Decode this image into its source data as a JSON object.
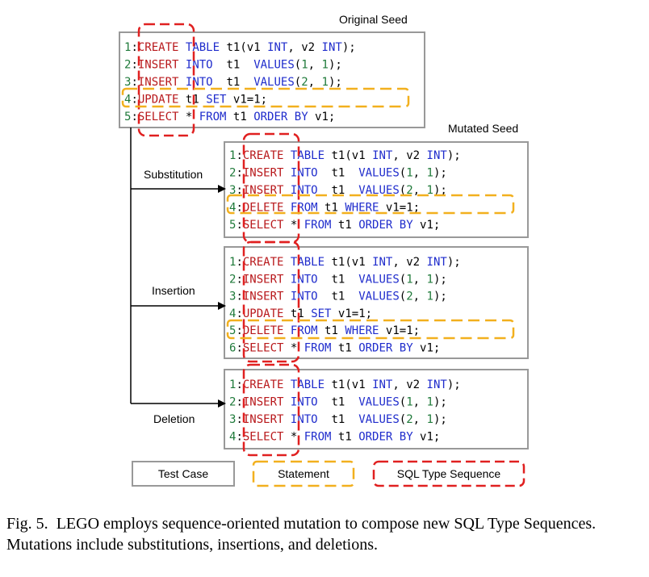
{
  "labels": {
    "original_seed": "Original Seed",
    "mutated_seed": "Mutated Seed",
    "substitution": "Substitution",
    "insertion": "Insertion",
    "deletion": "Deletion"
  },
  "legend": {
    "test_case": "Test Case",
    "statement": "Statement",
    "sql_type_sequence": "SQL Type Sequence"
  },
  "colors": {
    "box_border": "#999999",
    "sql_type_dash": "#e02020",
    "statement_dash": "#f2b01e",
    "line_number": "#1f7a3a",
    "sql_type": "#b8181b",
    "keyword": "#1f2ccc"
  },
  "blocks": [
    {
      "id": "original",
      "lines": [
        {
          "n": "1",
          "t": "CREATE",
          "rest": [
            [
              "k",
              "TABLE"
            ],
            [
              "p",
              " t1(v1 "
            ],
            [
              "k",
              "INT"
            ],
            [
              "p",
              ", v2 "
            ],
            [
              "k",
              "INT"
            ],
            [
              "p",
              ");"
            ]
          ]
        },
        {
          "n": "2",
          "t": "INSERT",
          "rest": [
            [
              "k",
              "INTO"
            ],
            [
              "p",
              "  t1  "
            ],
            [
              "k",
              "VALUES"
            ],
            [
              "p",
              "("
            ],
            [
              "n",
              "1"
            ],
            [
              "p",
              ", "
            ],
            [
              "n",
              "1"
            ],
            [
              "p",
              ");"
            ]
          ]
        },
        {
          "n": "3",
          "t": "INSERT",
          "rest": [
            [
              "k",
              "INTO"
            ],
            [
              "p",
              "  t1  "
            ],
            [
              "k",
              "VALUES"
            ],
            [
              "p",
              "("
            ],
            [
              "n",
              "2"
            ],
            [
              "p",
              ", "
            ],
            [
              "n",
              "1"
            ],
            [
              "p",
              ");"
            ]
          ]
        },
        {
          "n": "4",
          "t": "UPDATE",
          "rest": [
            [
              "p",
              "t1 "
            ],
            [
              "k",
              "SET"
            ],
            [
              "p",
              " v1=1;"
            ]
          ]
        },
        {
          "n": "5",
          "t": "SELECT",
          "rest": [
            [
              "p",
              "* "
            ],
            [
              "k",
              "FROM"
            ],
            [
              "p",
              " t1 "
            ],
            [
              "k",
              "ORDER BY"
            ],
            [
              "p",
              " v1;"
            ]
          ]
        }
      ]
    },
    {
      "id": "substitution",
      "lines": [
        {
          "n": "1",
          "t": "CREATE",
          "rest": [
            [
              "k",
              "TABLE"
            ],
            [
              "p",
              " t1(v1 "
            ],
            [
              "k",
              "INT"
            ],
            [
              "p",
              ", v2 "
            ],
            [
              "k",
              "INT"
            ],
            [
              "p",
              ");"
            ]
          ]
        },
        {
          "n": "2",
          "t": "INSERT",
          "rest": [
            [
              "k",
              "INTO"
            ],
            [
              "p",
              "  t1  "
            ],
            [
              "k",
              "VALUES"
            ],
            [
              "p",
              "("
            ],
            [
              "n",
              "1"
            ],
            [
              "p",
              ", "
            ],
            [
              "n",
              "1"
            ],
            [
              "p",
              ");"
            ]
          ]
        },
        {
          "n": "3",
          "t": "INSERT",
          "rest": [
            [
              "k",
              "INTO"
            ],
            [
              "p",
              "  t1  "
            ],
            [
              "k",
              "VALUES"
            ],
            [
              "p",
              "("
            ],
            [
              "n",
              "2"
            ],
            [
              "p",
              ", "
            ],
            [
              "n",
              "1"
            ],
            [
              "p",
              ");"
            ]
          ]
        },
        {
          "n": "4",
          "t": "DELETE",
          "rest": [
            [
              "k",
              "FROM"
            ],
            [
              "p",
              " t1 "
            ],
            [
              "k",
              "WHERE"
            ],
            [
              "p",
              " v1=1;"
            ]
          ]
        },
        {
          "n": "5",
          "t": "SELECT",
          "rest": [
            [
              "p",
              "* "
            ],
            [
              "k",
              "FROM"
            ],
            [
              "p",
              " t1 "
            ],
            [
              "k",
              "ORDER BY"
            ],
            [
              "p",
              " v1;"
            ]
          ]
        }
      ]
    },
    {
      "id": "insertion",
      "lines": [
        {
          "n": "1",
          "t": "CREATE",
          "rest": [
            [
              "k",
              "TABLE"
            ],
            [
              "p",
              " t1(v1 "
            ],
            [
              "k",
              "INT"
            ],
            [
              "p",
              ", v2 "
            ],
            [
              "k",
              "INT"
            ],
            [
              "p",
              ");"
            ]
          ]
        },
        {
          "n": "2",
          "t": "INSERT",
          "rest": [
            [
              "k",
              "INTO"
            ],
            [
              "p",
              "  t1  "
            ],
            [
              "k",
              "VALUES"
            ],
            [
              "p",
              "("
            ],
            [
              "n",
              "1"
            ],
            [
              "p",
              ", "
            ],
            [
              "n",
              "1"
            ],
            [
              "p",
              ");"
            ]
          ]
        },
        {
          "n": "3",
          "t": "INSERT",
          "rest": [
            [
              "k",
              "INTO"
            ],
            [
              "p",
              "  t1  "
            ],
            [
              "k",
              "VALUES"
            ],
            [
              "p",
              "("
            ],
            [
              "n",
              "2"
            ],
            [
              "p",
              ", "
            ],
            [
              "n",
              "1"
            ],
            [
              "p",
              ");"
            ]
          ]
        },
        {
          "n": "4",
          "t": "UPDATE",
          "rest": [
            [
              "p",
              "t1 "
            ],
            [
              "k",
              "SET"
            ],
            [
              "p",
              " v1=1;"
            ]
          ]
        },
        {
          "n": "5",
          "t": "DELETE",
          "rest": [
            [
              "k",
              "FROM"
            ],
            [
              "p",
              " t1 "
            ],
            [
              "k",
              "WHERE"
            ],
            [
              "p",
              " v1=1;"
            ]
          ]
        },
        {
          "n": "6",
          "t": "SELECT",
          "rest": [
            [
              "p",
              "* "
            ],
            [
              "k",
              "FROM"
            ],
            [
              "p",
              " t1 "
            ],
            [
              "k",
              "ORDER BY"
            ],
            [
              "p",
              " v1;"
            ]
          ]
        }
      ]
    },
    {
      "id": "deletion",
      "lines": [
        {
          "n": "1",
          "t": "CREATE",
          "rest": [
            [
              "k",
              "TABLE"
            ],
            [
              "p",
              " t1(v1 "
            ],
            [
              "k",
              "INT"
            ],
            [
              "p",
              ", v2 "
            ],
            [
              "k",
              "INT"
            ],
            [
              "p",
              ");"
            ]
          ]
        },
        {
          "n": "2",
          "t": "INSERT",
          "rest": [
            [
              "k",
              "INTO"
            ],
            [
              "p",
              "  t1  "
            ],
            [
              "k",
              "VALUES"
            ],
            [
              "p",
              "("
            ],
            [
              "n",
              "1"
            ],
            [
              "p",
              ", "
            ],
            [
              "n",
              "1"
            ],
            [
              "p",
              ");"
            ]
          ]
        },
        {
          "n": "3",
          "t": "INSERT",
          "rest": [
            [
              "k",
              "INTO"
            ],
            [
              "p",
              "  t1  "
            ],
            [
              "k",
              "VALUES"
            ],
            [
              "p",
              "("
            ],
            [
              "n",
              "2"
            ],
            [
              "p",
              ", "
            ],
            [
              "n",
              "1"
            ],
            [
              "p",
              ");"
            ]
          ]
        },
        {
          "n": "4",
          "t": "SELECT",
          "rest": [
            [
              "p",
              "* "
            ],
            [
              "k",
              "FROM"
            ],
            [
              "p",
              " t1 "
            ],
            [
              "k",
              "ORDER BY"
            ],
            [
              "p",
              " v1;"
            ]
          ]
        }
      ]
    }
  ],
  "caption": {
    "prefix": "Fig. 5.",
    "lego": "LEGO",
    "text": " employs sequence-oriented mutation to compose new SQL Type Sequences. Mutations include substitutions, insertions, and deletions."
  }
}
